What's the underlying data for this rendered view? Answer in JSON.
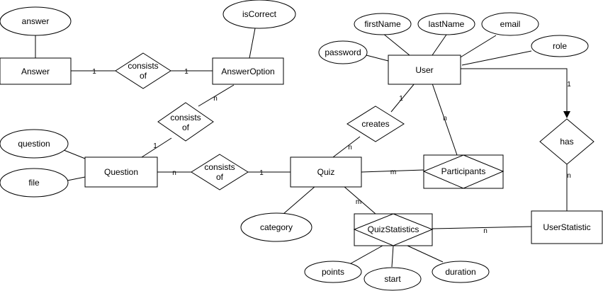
{
  "entities": {
    "answer": "Answer",
    "answer_option": "AnswerOption",
    "question": "Question",
    "quiz": "Quiz",
    "user": "User",
    "user_statistic": "UserStatistic"
  },
  "relationships": {
    "answer_answeroption": [
      "consists",
      "of"
    ],
    "answeroption_question": [
      "consists",
      "of"
    ],
    "question_quiz": [
      "consists",
      "of"
    ],
    "creates": "creates",
    "has": "has"
  },
  "weak_relationships": {
    "participants": "Participants",
    "quiz_statistics": "QuizStatistics"
  },
  "attributes": {
    "answer": "answer",
    "is_correct": "isCorrect",
    "question": "question",
    "file": "file",
    "category": "category",
    "first_name": "firstName",
    "last_name": "lastName",
    "email": "email",
    "password": "password",
    "role": "role",
    "points": "points",
    "start": "start",
    "duration": "duration"
  },
  "cardinalities": {
    "answer_to_rel": "1",
    "answeroption_to_rel": "1",
    "answeroption_to_rel2": "n",
    "question_to_rel2": "1",
    "question_to_rel3": "n",
    "quiz_to_rel3": "1",
    "user_to_creates": "1",
    "quiz_to_creates": "n",
    "user_to_participants": "n",
    "quiz_to_participants": "m",
    "quiz_to_quizstatistics": "m",
    "userstatistic_to_quizstatistics": "n",
    "user_to_has": "1",
    "userstatistic_to_has": "n"
  }
}
